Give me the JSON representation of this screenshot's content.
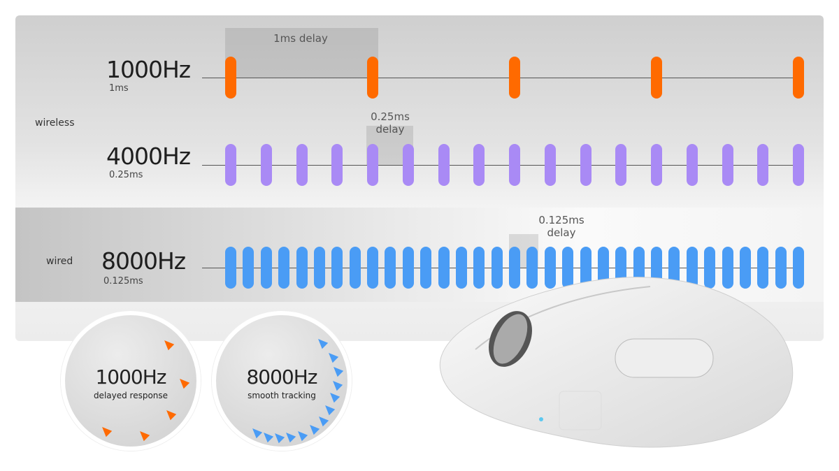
{
  "labels": {
    "wireless": "wireless",
    "wired": "wired"
  },
  "rows": [
    {
      "hz": "1000Hz",
      "ms": "1ms",
      "delay": "1ms delay",
      "bars": 5,
      "color": "#ff6a00"
    },
    {
      "hz": "4000Hz",
      "ms": "0.25ms",
      "delay_line1": "0.25ms",
      "delay_line2": "delay",
      "bars": 17,
      "color": "#a98af5"
    },
    {
      "hz": "8000Hz",
      "ms": "0.125ms",
      "delay_line1": "0.125ms",
      "delay_line2": "delay",
      "bars": 33,
      "color": "#4a9cf5"
    }
  ],
  "circles": [
    {
      "title": "1000Hz",
      "subtitle": "delayed response",
      "color": "#ff6a00"
    },
    {
      "title": "8000Hz",
      "subtitle": "smooth tracking",
      "color": "#4a9cf5"
    }
  ]
}
